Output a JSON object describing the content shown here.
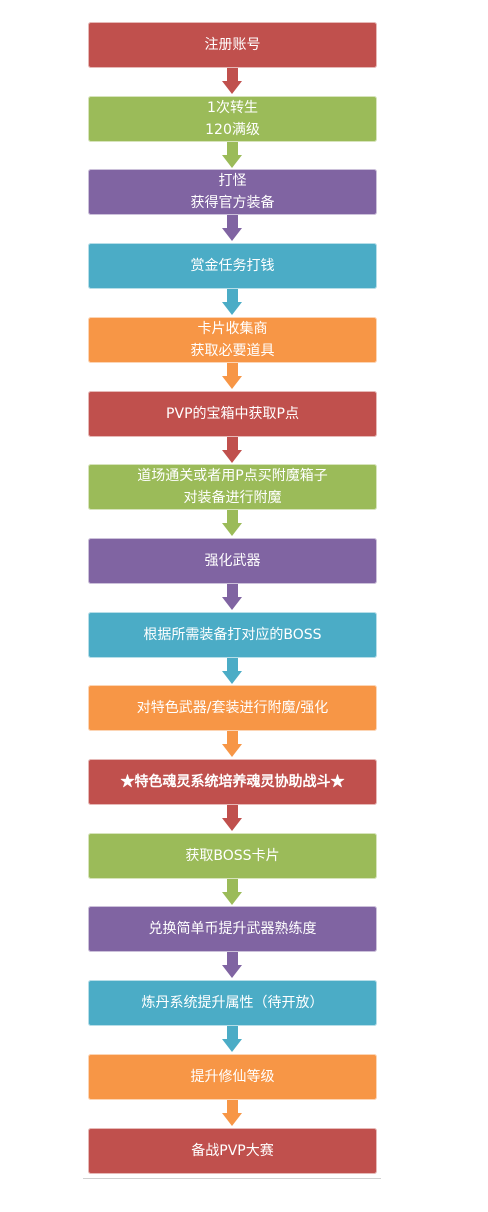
{
  "colors": {
    "red": "#c0504d",
    "green": "#9bbb59",
    "purple": "#8064a2",
    "cyan": "#4bacc6",
    "orange": "#f79646"
  },
  "steps": [
    {
      "lines": [
        "注册账号"
      ],
      "color": "red"
    },
    {
      "lines": [
        "1次转生",
        "120满级"
      ],
      "color": "green"
    },
    {
      "lines": [
        "打怪",
        "获得官方装备"
      ],
      "color": "purple"
    },
    {
      "lines": [
        "赏金任务打钱"
      ],
      "color": "cyan"
    },
    {
      "lines": [
        "卡片收集商",
        "获取必要道具"
      ],
      "color": "orange"
    },
    {
      "lines": [
        "PVP的宝箱中获取P点"
      ],
      "color": "red"
    },
    {
      "lines": [
        "道场通关或者用P点买附魔箱子",
        "对装备进行附魔"
      ],
      "color": "green"
    },
    {
      "lines": [
        "强化武器"
      ],
      "color": "purple"
    },
    {
      "lines": [
        "根据所需装备打对应的BOSS"
      ],
      "color": "cyan"
    },
    {
      "lines": [
        "对特色武器/套装进行附魔/强化"
      ],
      "color": "orange"
    },
    {
      "lines": [
        "★特色魂灵系统培养魂灵协助战斗★"
      ],
      "color": "red",
      "bold": true
    },
    {
      "lines": [
        "获取BOSS卡片"
      ],
      "color": "green"
    },
    {
      "lines": [
        "兑换简单币提升武器熟练度"
      ],
      "color": "purple"
    },
    {
      "lines": [
        "炼丹系统提升属性（待开放）"
      ],
      "color": "cyan"
    },
    {
      "lines": [
        "提升修仙等级"
      ],
      "color": "orange"
    },
    {
      "lines": [
        "备战PVP大赛"
      ],
      "color": "red"
    }
  ]
}
